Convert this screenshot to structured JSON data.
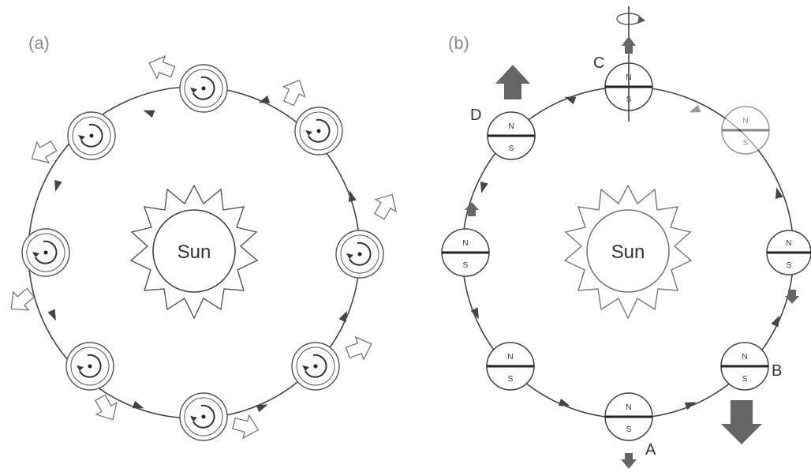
{
  "panel_a": {
    "label": "(a)",
    "sun_label": "Sun"
  },
  "panel_b": {
    "label": "(b)",
    "sun_label": "Sun",
    "north": "N",
    "south": "S",
    "point_labels": {
      "A": "A",
      "B": "B",
      "C": "C",
      "D": "D"
    }
  },
  "colors": {
    "line": "#444444",
    "light_line": "#9a9a9a",
    "dark_arrow": "#666666",
    "background": "#ffffff"
  }
}
